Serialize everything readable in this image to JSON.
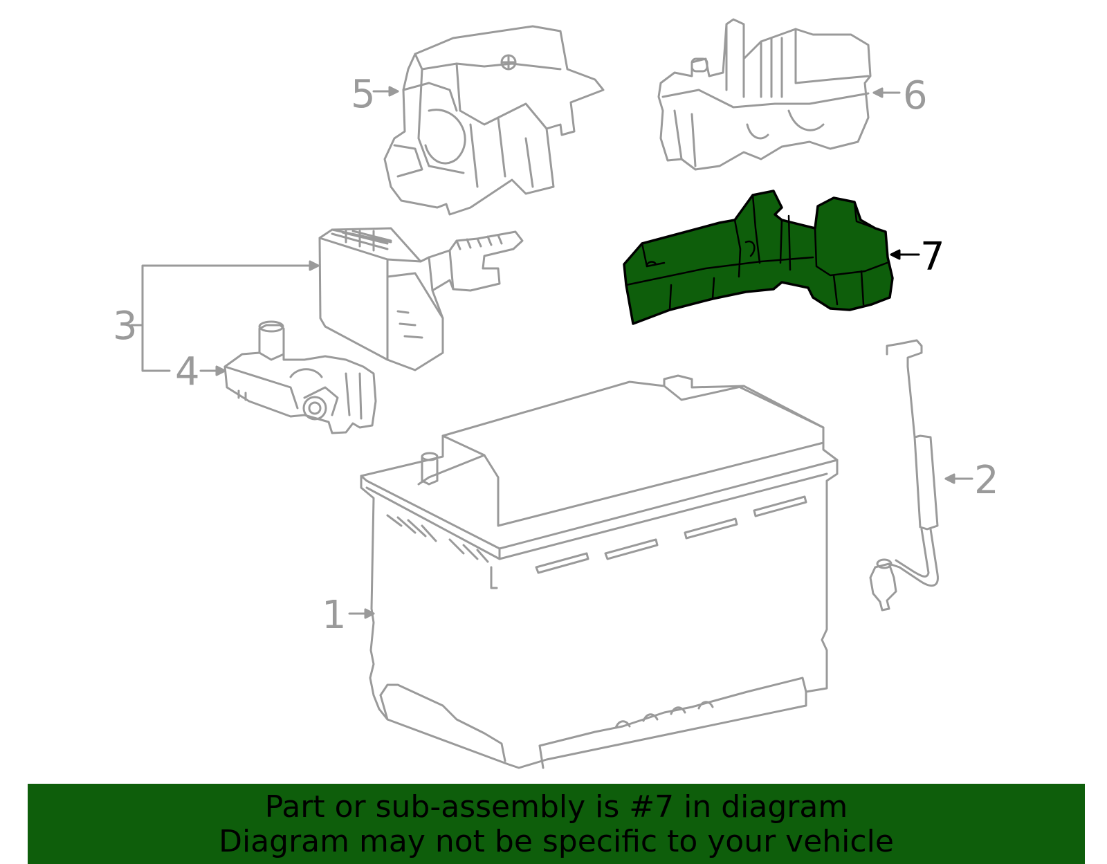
{
  "callouts": {
    "c1": "1",
    "c2": "2",
    "c3": "3",
    "c4": "4",
    "c5": "5",
    "c6": "6",
    "c7": "7"
  },
  "highlighted_part": "7",
  "colors": {
    "highlight_fill": "#0e5e0b",
    "outline": "#9a9a9a",
    "banner_bg": "#0e5e0b"
  },
  "banner": {
    "line1": "Part or sub-assembly is #7 in diagram",
    "line2": "Diagram may not be specific to your vehicle"
  }
}
